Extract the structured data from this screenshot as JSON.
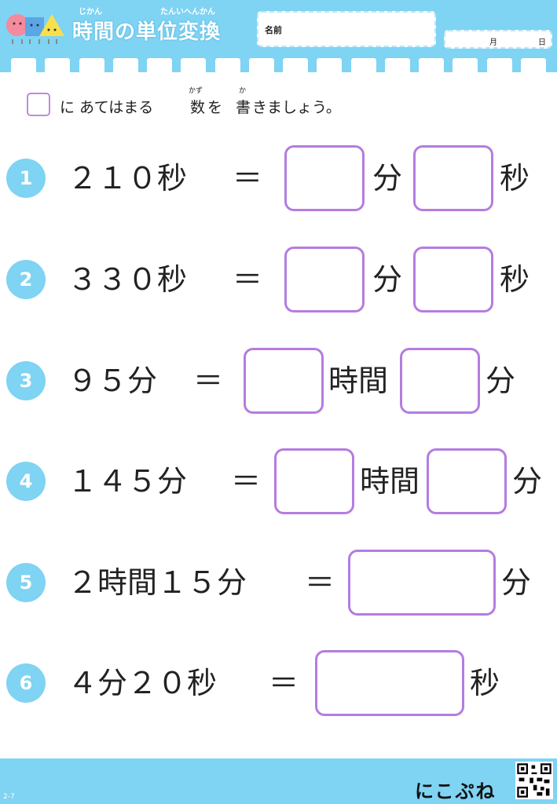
{
  "header": {
    "title_ruby_1": "じかん",
    "title_ruby_2": "たんいへんかん",
    "title": "時間の単位変換",
    "name_label": "名前",
    "month_label": "月",
    "day_label": "日"
  },
  "instruction": {
    "part1": "に あてはまる",
    "kanji1": "数",
    "ruby1": "かず",
    "part2": "を",
    "kanji2": "書",
    "ruby2": "か",
    "part3": "きましょう。"
  },
  "problems": [
    {
      "number": "1",
      "question": "２１０秒",
      "equals": "＝",
      "unit1": "分",
      "unit2": "秒"
    },
    {
      "number": "2",
      "question": "３３０秒",
      "equals": "＝",
      "unit1": "分",
      "unit2": "秒"
    },
    {
      "number": "3",
      "question": "９５分",
      "equals": "＝",
      "unit1": "時間",
      "unit2": "分"
    },
    {
      "number": "4",
      "question": "１４５分",
      "equals": "＝",
      "unit1": "時間",
      "unit2": "分"
    },
    {
      "number": "5",
      "question": "２時間１５分",
      "equals": "＝",
      "unit1": "分"
    },
    {
      "number": "6",
      "question": "４分２０秒",
      "equals": "＝",
      "unit1": "秒"
    }
  ],
  "footer": {
    "code": "2-7",
    "brand": "にこぷね"
  },
  "colors": {
    "header_bg": "#7fd3f3",
    "answer_box_border": "#b57ce0"
  }
}
